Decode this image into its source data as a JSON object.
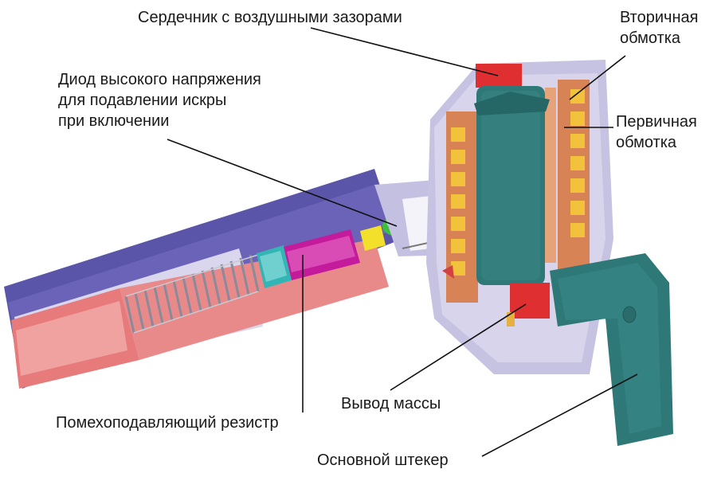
{
  "labels": {
    "core": "Сердечник с воздушными зазорами",
    "secondary": [
      "Вторичная",
      "обмотка"
    ],
    "diode": [
      "Диод высокого напряжения",
      "для подавлении искры",
      "при включении"
    ],
    "primary": [
      "Первичная",
      "обмотка"
    ],
    "ground": "Вывод массы",
    "resistor": "Помехоподавляющий резистр",
    "connector": "Основной штекер"
  },
  "colors": {
    "housing": "#5a54a8",
    "housing_light": "#c9c6e6",
    "spring_sleeve": "#e87878",
    "core_teal": "#2f7a7a",
    "coil_copper": "#d9825a",
    "coil_yellow": "#f0c040",
    "resistor_magenta": "#c81aa0",
    "diode_green": "#3fbf3f",
    "red_block": "#e0302f"
  }
}
